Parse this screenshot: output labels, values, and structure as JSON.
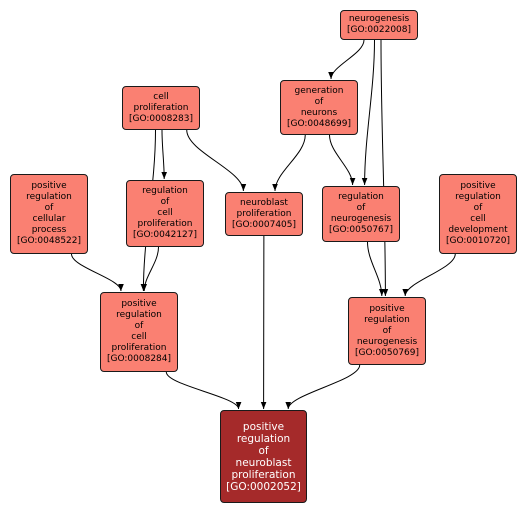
{
  "colors": {
    "node_fill": "#fa8072",
    "focus_fill": "#a52a2a",
    "edge": "#000000"
  },
  "nodes": [
    {
      "id": "n0022008",
      "lines": [
        "neurogenesis",
        "[GO:0022008]"
      ]
    },
    {
      "id": "n0048699",
      "lines": [
        "generation",
        "of",
        "neurons",
        "[GO:0048699]"
      ]
    },
    {
      "id": "n0008283",
      "lines": [
        "cell",
        "proliferation",
        "[GO:0008283]"
      ]
    },
    {
      "id": "n0048522",
      "lines": [
        "positive",
        "regulation",
        "of",
        "cellular",
        "process",
        "[GO:0048522]"
      ]
    },
    {
      "id": "n0042127",
      "lines": [
        "regulation",
        "of",
        "cell",
        "proliferation",
        "[GO:0042127]"
      ]
    },
    {
      "id": "n0007405",
      "lines": [
        "neuroblast",
        "proliferation",
        "[GO:0007405]"
      ]
    },
    {
      "id": "n0050767",
      "lines": [
        "regulation",
        "of",
        "neurogenesis",
        "[GO:0050767]"
      ]
    },
    {
      "id": "n0010720",
      "lines": [
        "positive",
        "regulation",
        "of",
        "cell",
        "development",
        "[GO:0010720]"
      ]
    },
    {
      "id": "n0008284",
      "lines": [
        "positive",
        "regulation",
        "of",
        "cell",
        "proliferation",
        "[GO:0008284]"
      ]
    },
    {
      "id": "n0050769",
      "lines": [
        "positive",
        "regulation",
        "of",
        "neurogenesis",
        "[GO:0050769]"
      ]
    },
    {
      "id": "n0002052",
      "lines": [
        "positive",
        "regulation",
        "of",
        "neuroblast",
        "proliferation",
        "[GO:0002052]"
      ]
    }
  ],
  "edges": [
    [
      "n0022008",
      "n0048699"
    ],
    [
      "n0022008",
      "n0050767"
    ],
    [
      "n0022008",
      "n0050769"
    ],
    [
      "n0048699",
      "n0007405"
    ],
    [
      "n0048699",
      "n0050767"
    ],
    [
      "n0008283",
      "n0042127"
    ],
    [
      "n0008283",
      "n0007405"
    ],
    [
      "n0008283",
      "n0008284"
    ],
    [
      "n0048522",
      "n0008284"
    ],
    [
      "n0042127",
      "n0008284"
    ],
    [
      "n0050767",
      "n0050769"
    ],
    [
      "n0010720",
      "n0050769"
    ],
    [
      "n0007405",
      "n0002052"
    ],
    [
      "n0008284",
      "n0002052"
    ],
    [
      "n0050769",
      "n0002052"
    ]
  ]
}
